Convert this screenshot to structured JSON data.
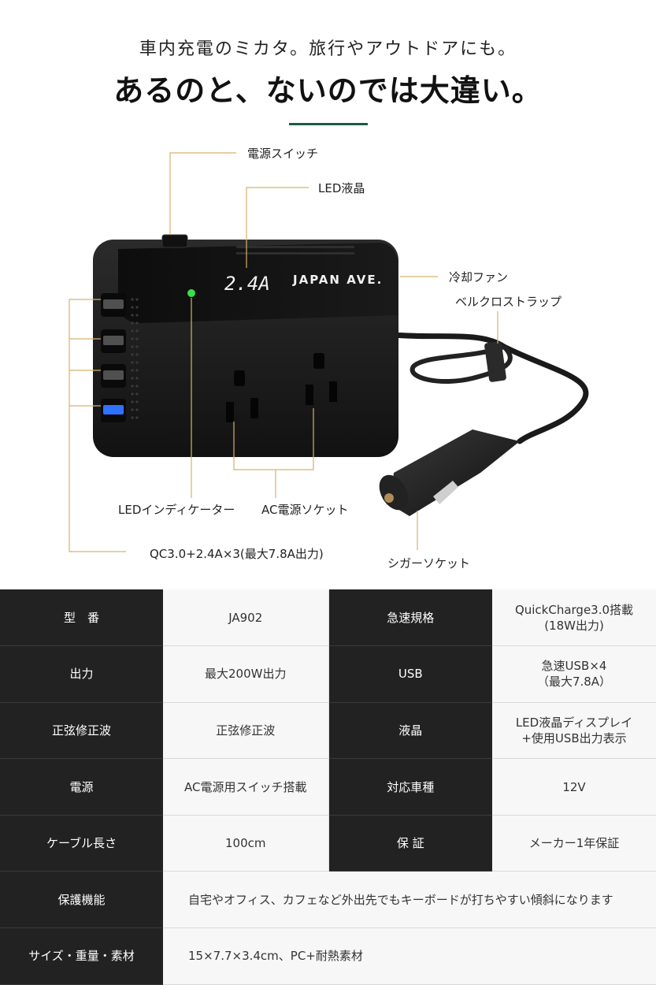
{
  "header": {
    "subtitle": "車内充電のミカタ。旅行やアウトドアにも。",
    "title": "あるのと、ないのでは大違い。"
  },
  "product": {
    "brand": "JAPAN AVE.",
    "display_reading": "2.4A",
    "accent_color": "#1d5b49",
    "callout_color": "#d6b26b"
  },
  "callouts": {
    "power_switch": "電源スイッチ",
    "led_display": "LED液晶",
    "cooling_fan": "冷却ファン",
    "velcro_strap": "ベルクロストラップ",
    "led_indicator": "LEDインディケーター",
    "ac_socket": "AC電源ソケット",
    "usb_ports": "QC3.0+2.4A×3(最大7.8A出力)",
    "cigar_socket": "シガーソケット"
  },
  "specs": {
    "r1": {
      "k1": "型　番",
      "v1": "JA902",
      "k2": "急速規格",
      "v2a": "QuickCharge3.0搭載",
      "v2b": "(18W出力)"
    },
    "r2": {
      "k1": "出力",
      "v1": "最大200W出力",
      "k2": "USB",
      "v2a": "急速USB×4",
      "v2b": "（最大7.8A）"
    },
    "r3": {
      "k1": "正弦修正波",
      "v1": "正弦修正波",
      "k2": "液晶",
      "v2a": "LED液晶ディスプレイ",
      "v2b": "+使用USB出力表示"
    },
    "r4": {
      "k1": "電源",
      "v1": "AC電源用スイッチ搭載",
      "k2": "対応車種",
      "v2": "12V"
    },
    "r5": {
      "k1": "ケーブル長さ",
      "v1": "100cm",
      "k2": "保 証",
      "v2": "メーカー1年保証"
    },
    "r6": {
      "k1": "保護機能",
      "v1": "自宅やオフィス、カフェなど外出先でもキーボードが打ちやすい傾斜になります"
    },
    "r7": {
      "k1": "サイズ・重量・素材",
      "v1": "15×7.7×3.4cm、PC+耐熱素材"
    }
  }
}
